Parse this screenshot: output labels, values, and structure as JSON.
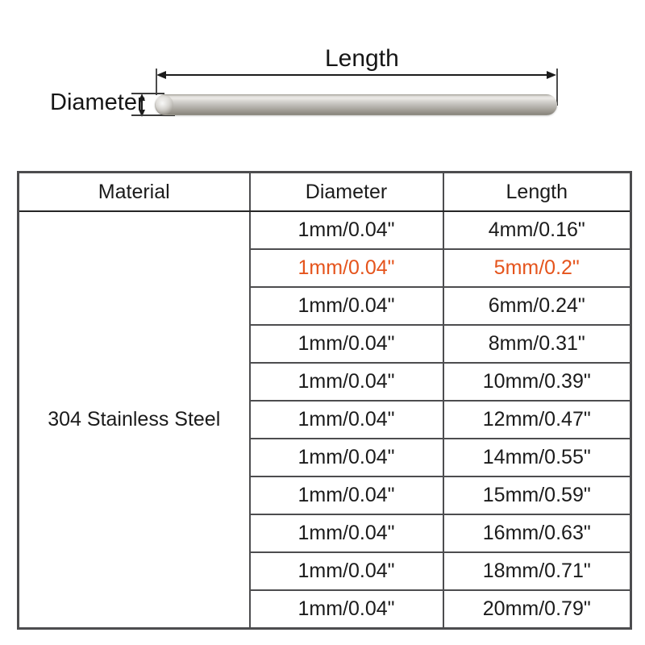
{
  "diagram": {
    "length_label": "Length",
    "diameter_label": "Diameter"
  },
  "table": {
    "headers": [
      "Material",
      "Diameter",
      "Length"
    ],
    "material": "304 Stainless Steel",
    "highlight_color": "#e5541c",
    "rows": [
      {
        "diameter": "1mm/0.04\"",
        "length": "4mm/0.16\"",
        "highlight": false
      },
      {
        "diameter": "1mm/0.04\"",
        "length": "5mm/0.2\"",
        "highlight": true
      },
      {
        "diameter": "1mm/0.04\"",
        "length": "6mm/0.24\"",
        "highlight": false
      },
      {
        "diameter": "1mm/0.04\"",
        "length": "8mm/0.31\"",
        "highlight": false
      },
      {
        "diameter": "1mm/0.04\"",
        "length": "10mm/0.39\"",
        "highlight": false
      },
      {
        "diameter": "1mm/0.04\"",
        "length": "12mm/0.47\"",
        "highlight": false
      },
      {
        "diameter": "1mm/0.04\"",
        "length": "14mm/0.55\"",
        "highlight": false
      },
      {
        "diameter": "1mm/0.04\"",
        "length": "15mm/0.59\"",
        "highlight": false
      },
      {
        "diameter": "1mm/0.04\"",
        "length": "16mm/0.63\"",
        "highlight": false
      },
      {
        "diameter": "1mm/0.04\"",
        "length": "18mm/0.71\"",
        "highlight": false
      },
      {
        "diameter": "1mm/0.04\"",
        "length": "20mm/0.79\"",
        "highlight": false
      }
    ]
  }
}
